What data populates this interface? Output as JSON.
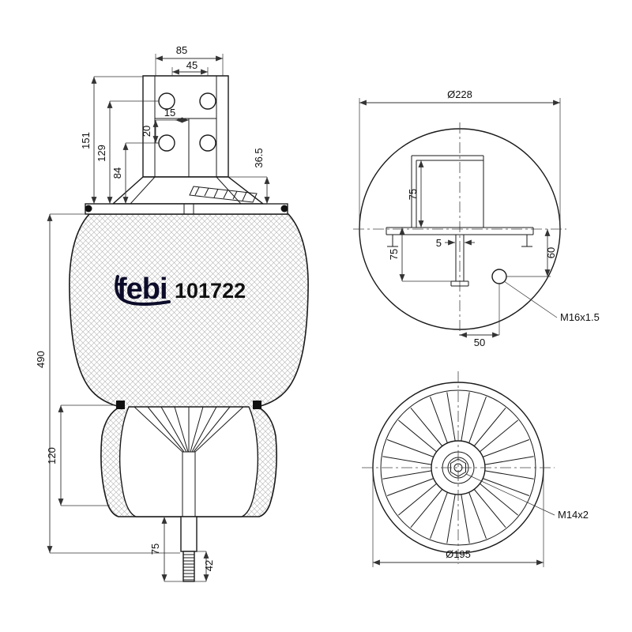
{
  "brand": {
    "logo": "febi",
    "part_number": "101722"
  },
  "front_view": {
    "dims": {
      "w85": "85",
      "w45": "45",
      "o15": "15",
      "o20": "20",
      "h151": "151",
      "h129": "129",
      "h84": "84",
      "h36": "36.5",
      "h490": "490",
      "h120": "120",
      "rod75": "75",
      "rod42": "42"
    }
  },
  "top_view": {
    "diameter": "Ø228",
    "dims": {
      "p75": "75",
      "s75": "75",
      "t5": "5",
      "v60": "60",
      "h50": "50"
    },
    "thread_label": "M16x1.5"
  },
  "bottom_view": {
    "diameter": "Ø195",
    "thread_label": "M14x2"
  }
}
